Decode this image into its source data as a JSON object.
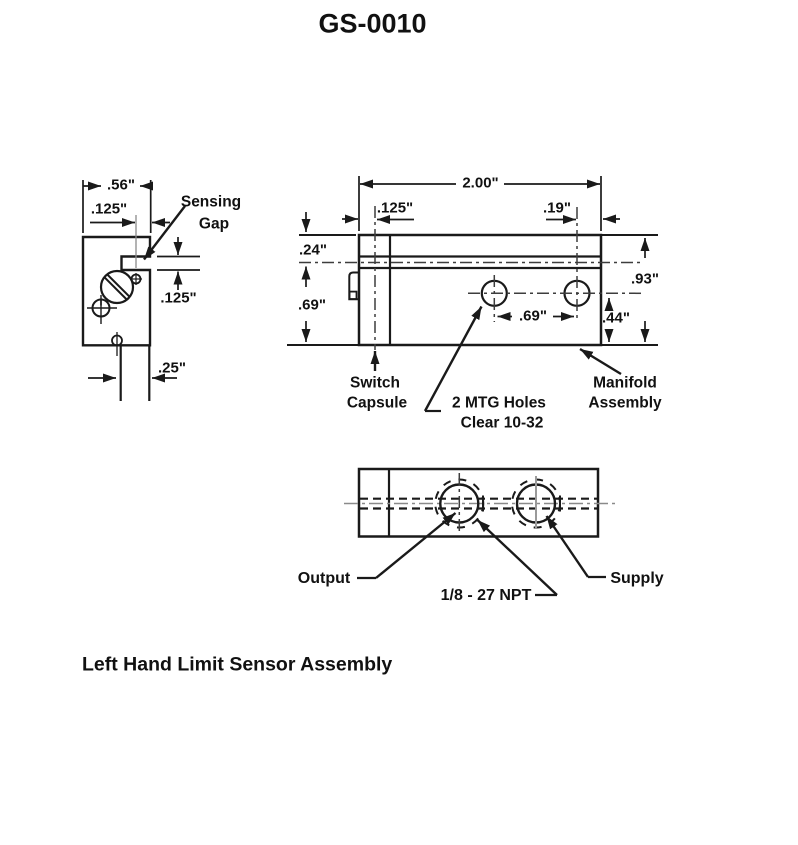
{
  "title": "GS-0010",
  "caption": "Left Hand Limit Sensor Assembly",
  "side_view": {
    "dim_width": ".56\"",
    "dim_offset": ".125\"",
    "sensing_gap_line1": "Sensing",
    "sensing_gap_line2": "Gap",
    "dim_gap": ".125\"",
    "dim_stem": ".25\""
  },
  "front_view": {
    "dim_length": "2.00\"",
    "dim_capsule_offset": ".125\"",
    "dim_hole_edge": ".19\"",
    "dim_top_to_center": ".24\"",
    "dim_center_to_bottom": ".69\"",
    "dim_height": ".93\"",
    "dim_hole_to_bottom": ".44\"",
    "dim_hole_spacing": ".69\"",
    "label_switch_line1": "Switch",
    "label_switch_line2": "Capsule",
    "label_holes_line1": "2 MTG Holes",
    "label_holes_line2": "Clear 10-32",
    "label_manifold_line1": "Manifold",
    "label_manifold_line2": "Assembly"
  },
  "bottom_view": {
    "label_output": "Output",
    "label_npt": "1/8 - 27 NPT",
    "label_supply": "Supply"
  },
  "colors": {
    "line": "#1a1a1a",
    "centerline": "#3d3d3d",
    "thin_gray": "#8a8a8a",
    "background": "#ffffff"
  }
}
